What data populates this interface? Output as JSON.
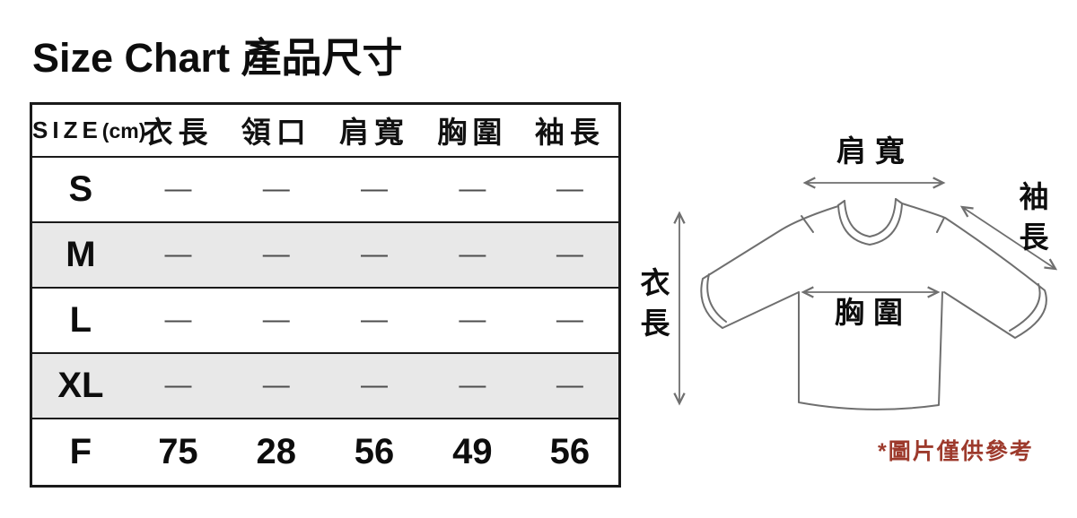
{
  "title": "Size Chart 產品尺寸",
  "size_table": {
    "header": {
      "size_label": "SIZE",
      "unit_label": "(cm)",
      "columns": [
        "衣長",
        "領口",
        "肩寬",
        "胸圍",
        "袖長"
      ]
    },
    "rows": [
      {
        "size": "S",
        "values": [
          "—",
          "—",
          "—",
          "—",
          "—"
        ]
      },
      {
        "size": "M",
        "values": [
          "—",
          "—",
          "—",
          "—",
          "—"
        ]
      },
      {
        "size": "L",
        "values": [
          "—",
          "—",
          "—",
          "—",
          "—"
        ]
      },
      {
        "size": "XL",
        "values": [
          "—",
          "—",
          "—",
          "—",
          "—"
        ]
      },
      {
        "size": "F",
        "values": [
          "75",
          "28",
          "56",
          "49",
          "56"
        ]
      }
    ]
  },
  "diagram": {
    "labels": {
      "shoulder_width": "肩寬",
      "sleeve_length": "袖長",
      "body_length": "衣長",
      "chest_width": "胸圍"
    },
    "note": "*圖片僅供參考"
  },
  "colors": {
    "stripe": "#e8e8e8",
    "dash": "#4d4d4d",
    "shirt_outline": "#6f6f6f",
    "note_text": "#9d3a2c",
    "text": "#0d0d0d"
  },
  "chart_data": {
    "type": "table",
    "title": "Size Chart 產品尺寸",
    "units": "cm",
    "columns": [
      "SIZE(cm)",
      "衣長",
      "領口",
      "肩寬",
      "胸圍",
      "袖長"
    ],
    "rows": [
      [
        "S",
        "—",
        "—",
        "—",
        "—",
        "—"
      ],
      [
        "M",
        "—",
        "—",
        "—",
        "—",
        "—"
      ],
      [
        "L",
        "—",
        "—",
        "—",
        "—",
        "—"
      ],
      [
        "XL",
        "—",
        "—",
        "—",
        "—",
        "—"
      ],
      [
        "F",
        "75",
        "28",
        "56",
        "49",
        "56"
      ]
    ]
  }
}
